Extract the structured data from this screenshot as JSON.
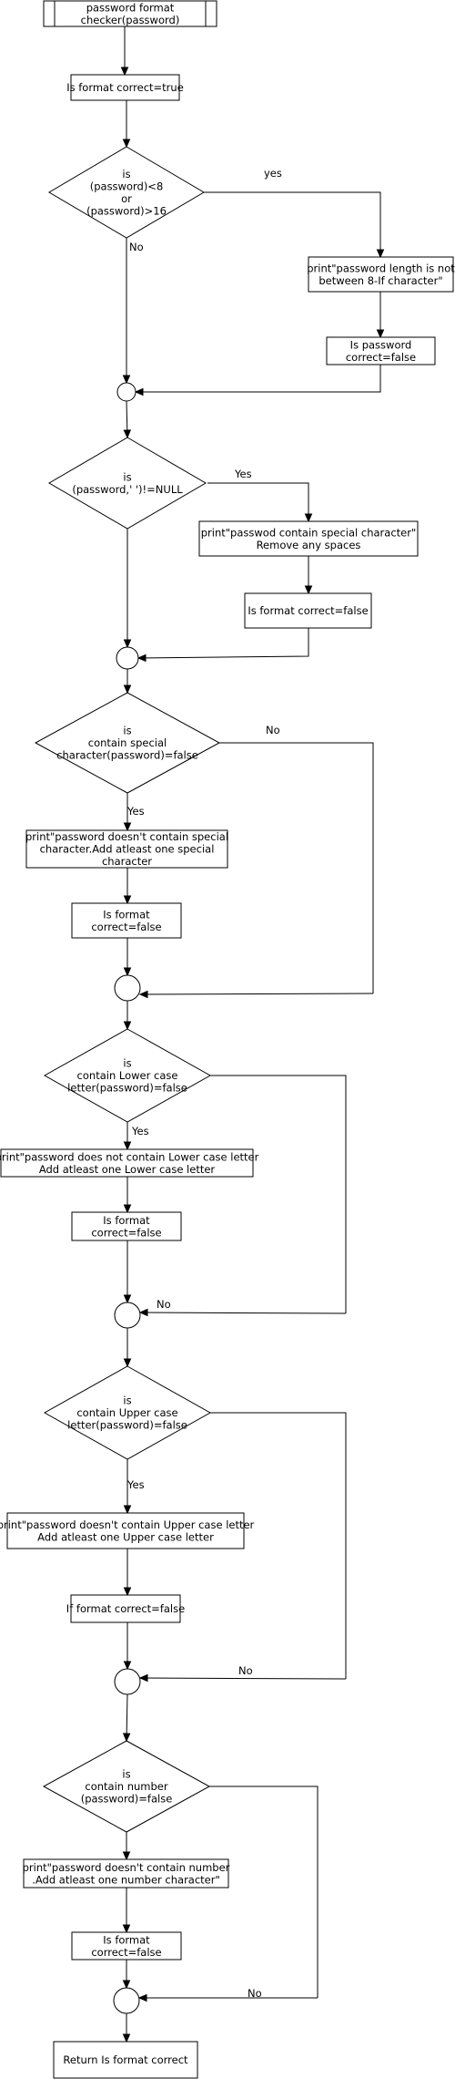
{
  "nodes": {
    "start": [
      "password format",
      "checker(password)"
    ],
    "init": [
      "Is format correct=true"
    ],
    "d1": [
      "is",
      "(password)<8",
      "or",
      "(password)>16"
    ],
    "p1": [
      "print\"password length is not",
      "between 8-If character\""
    ],
    "a1": [
      "Is password",
      "correct=false"
    ],
    "d2": [
      "is",
      "(password,' ')!=NULL"
    ],
    "p2": [
      "print\"passwod contain special character\"",
      "Remove any spaces"
    ],
    "a2": [
      "Is format correct=false"
    ],
    "d3": [
      "is",
      "contain special",
      "character(password)=false"
    ],
    "p3": [
      "print\"password doesn't contain special",
      "character.Add atleast one special",
      "character"
    ],
    "a3": [
      "Is format",
      "correct=false"
    ],
    "d4": [
      "is",
      "contain Lower case",
      "letter(password)=false"
    ],
    "p4": [
      "print\"password does not contain Lower case letter",
      "Add atleast one Lower case letter"
    ],
    "a4": [
      "Is format",
      "correct=false"
    ],
    "d5": [
      "is",
      "contain Upper case",
      "letter(password)=false"
    ],
    "p5": [
      "print\"password doesn't contain Upper case letter",
      "Add atleast one Upper case letter"
    ],
    "a5": [
      "If format correct=false"
    ],
    "d6": [
      "is",
      "contain number",
      "(password)=false"
    ],
    "p6": [
      "print\"password doesn't contain number",
      ".Add atleast one number character\""
    ],
    "a6": [
      "Is format",
      "correct=false"
    ],
    "end": [
      "Return Is format correct"
    ]
  },
  "edge_labels": {
    "d1_yes": "yes",
    "d1_no": "No",
    "d2_yes": "Yes",
    "d3_no": "No",
    "d3_yes": "Yes",
    "d4_yes": "Yes",
    "d4_no": "No",
    "d5_yes": "Yes",
    "d5_no": "No",
    "d6_no": "No"
  }
}
